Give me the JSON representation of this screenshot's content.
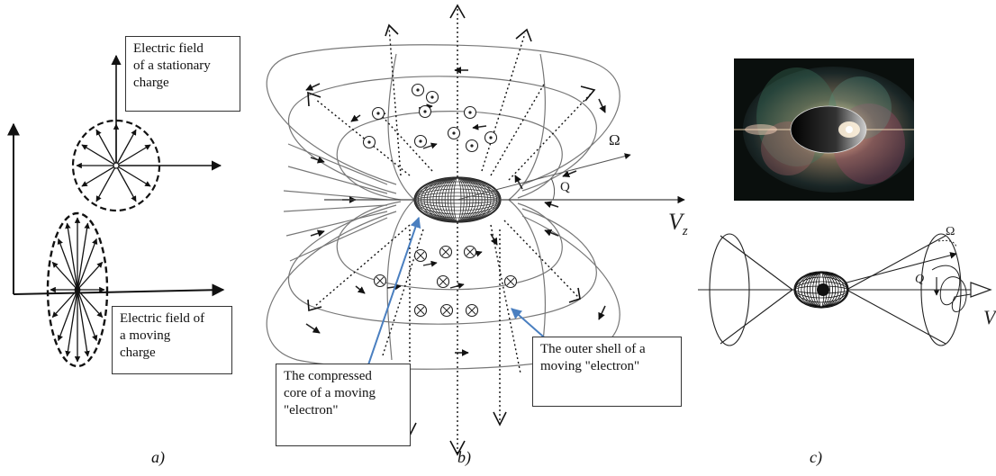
{
  "panel_a": {
    "caption": "a)",
    "stationary_label": "Electric field\nof a stationary\ncharge",
    "moving_label": "Electric field of\na moving\ncharge"
  },
  "panel_b": {
    "caption": "b)",
    "omega_label": "Ω",
    "q_label": "Q",
    "velocity_label": "V",
    "velocity_sub": "z",
    "core_label": "The compressed\ncore of a moving\n\"electron\"",
    "shell_label": "The outer shell of a\nmoving \"electron\""
  },
  "panel_c": {
    "caption": "c)",
    "omega_label": "Ω",
    "q_label": "Q",
    "velocity_label": "V"
  }
}
